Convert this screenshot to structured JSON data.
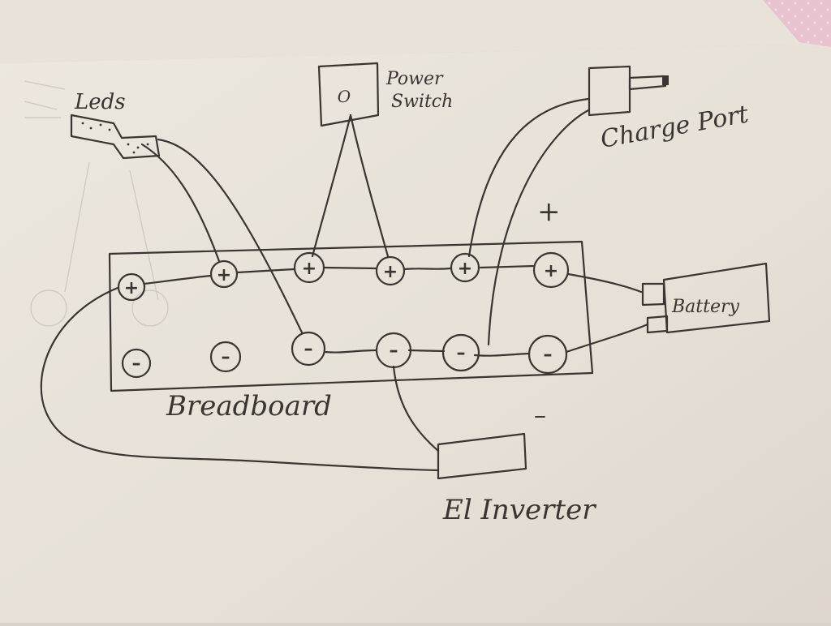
{
  "labels": {
    "leds": "Leds",
    "power_switch_line1": "Power",
    "power_switch_line2": "Switch",
    "switch_symbol": "O",
    "charge_port": "Charge Port",
    "battery": "Battery",
    "breadboard": "Breadboard",
    "el_inverter": "El Inverter",
    "plus_mark": "+",
    "minus_mark": "–"
  },
  "terminals": {
    "positive_symbol": "+",
    "negative_symbol": "–"
  },
  "colors": {
    "ink": "#3a3532",
    "paper": "#eeeae4",
    "background": "#d9d2c8",
    "pink_cloth": "#e7c2cf"
  }
}
